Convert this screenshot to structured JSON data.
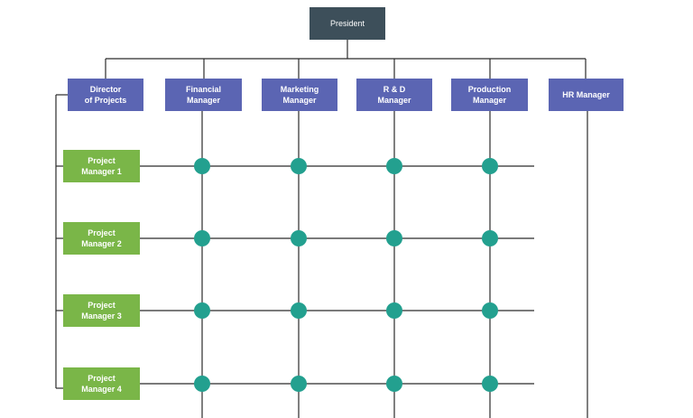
{
  "colors": {
    "president": "#3d4f5a",
    "manager": "#5b65b3",
    "project": "#7ab648",
    "node": "#23a08f",
    "line": "#2b2b2b"
  },
  "president": {
    "label": "President"
  },
  "managers": [
    {
      "label": "Director\nof Projects"
    },
    {
      "label": "Financial\nManager"
    },
    {
      "label": "Marketing\nManager"
    },
    {
      "label": "R & D\nManager"
    },
    {
      "label": "Production\nManager"
    },
    {
      "label": "HR Manager"
    }
  ],
  "project_managers": [
    {
      "label": "Project\nManager 1"
    },
    {
      "label": "Project\nManager 2"
    },
    {
      "label": "Project\nManager 3"
    },
    {
      "label": "Project\nManager 4"
    }
  ]
}
